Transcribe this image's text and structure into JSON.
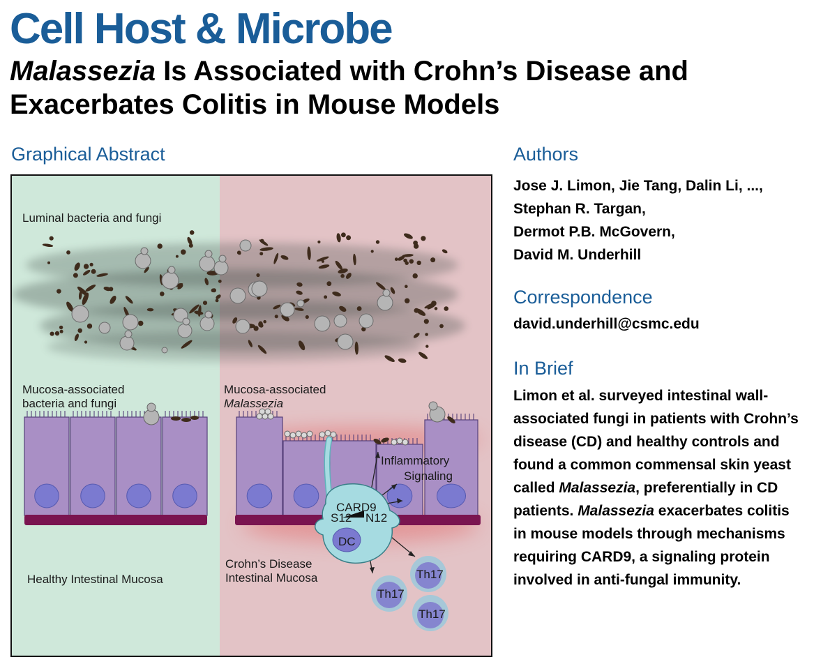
{
  "journal": "Cell Host & Microbe",
  "title": {
    "italic_part": "Malassezia",
    "line1_rest": " Is Associated with Crohn’s Disease and",
    "line2": "Exacerbates Colitis in Mouse Models"
  },
  "graphical_abstract": {
    "heading": "Graphical Abstract",
    "labels": {
      "luminal": "Luminal bacteria and fungi",
      "mucosa_left_1": "Mucosa-associated",
      "mucosa_left_2": "bacteria and fungi",
      "mucosa_right_1": "Mucosa-associated",
      "mucosa_right_2": "Malassezia",
      "inflam_1": "Inflammatory",
      "inflam_2": "Signaling",
      "card9": "CARD9",
      "s12": "S12",
      "n12": "N12",
      "dc": "DC",
      "th17": "Th17",
      "healthy": "Healthy Intestinal Mucosa",
      "crohns_1": "Crohn’s Disease",
      "crohns_2": "Intestinal Mucosa"
    },
    "colors": {
      "healthy_bg": "#cfe8da",
      "crohns_bg": "#e3c3c6",
      "epithelium": "#a98fc5",
      "nucleus": "#7b7ad0",
      "basement": "#7a1450",
      "dc": "#a6dbe1",
      "fungus": "#b5b5b5",
      "bacteria": "#3e2b1c"
    }
  },
  "authors": {
    "heading": "Authors",
    "lines": [
      "Jose J. Limon, Jie Tang, Dalin Li, ...,",
      "Stephan R. Targan,",
      "Dermot P.B. McGovern,",
      "David M. Underhill"
    ]
  },
  "correspondence": {
    "heading": "Correspondence",
    "email": "david.underhill@csmc.edu"
  },
  "in_brief": {
    "heading": "In Brief",
    "lines": [
      [
        "Limon et al. surveyed intestinal wall-"
      ],
      [
        "associated fungi in patients with Crohn’s"
      ],
      [
        "disease (CD) and healthy controls and"
      ],
      [
        "found a common commensal skin yeast"
      ],
      [
        "called ",
        {
          "i": "Malassezia"
        },
        ", preferentially in CD"
      ],
      [
        "patients. ",
        {
          "i": "Malassezia"
        },
        " exacerbates colitis"
      ],
      [
        "in mouse models through mechanisms"
      ],
      [
        "requiring CARD9, a signaling protein"
      ],
      [
        "involved in anti-fungal immunity."
      ]
    ]
  }
}
